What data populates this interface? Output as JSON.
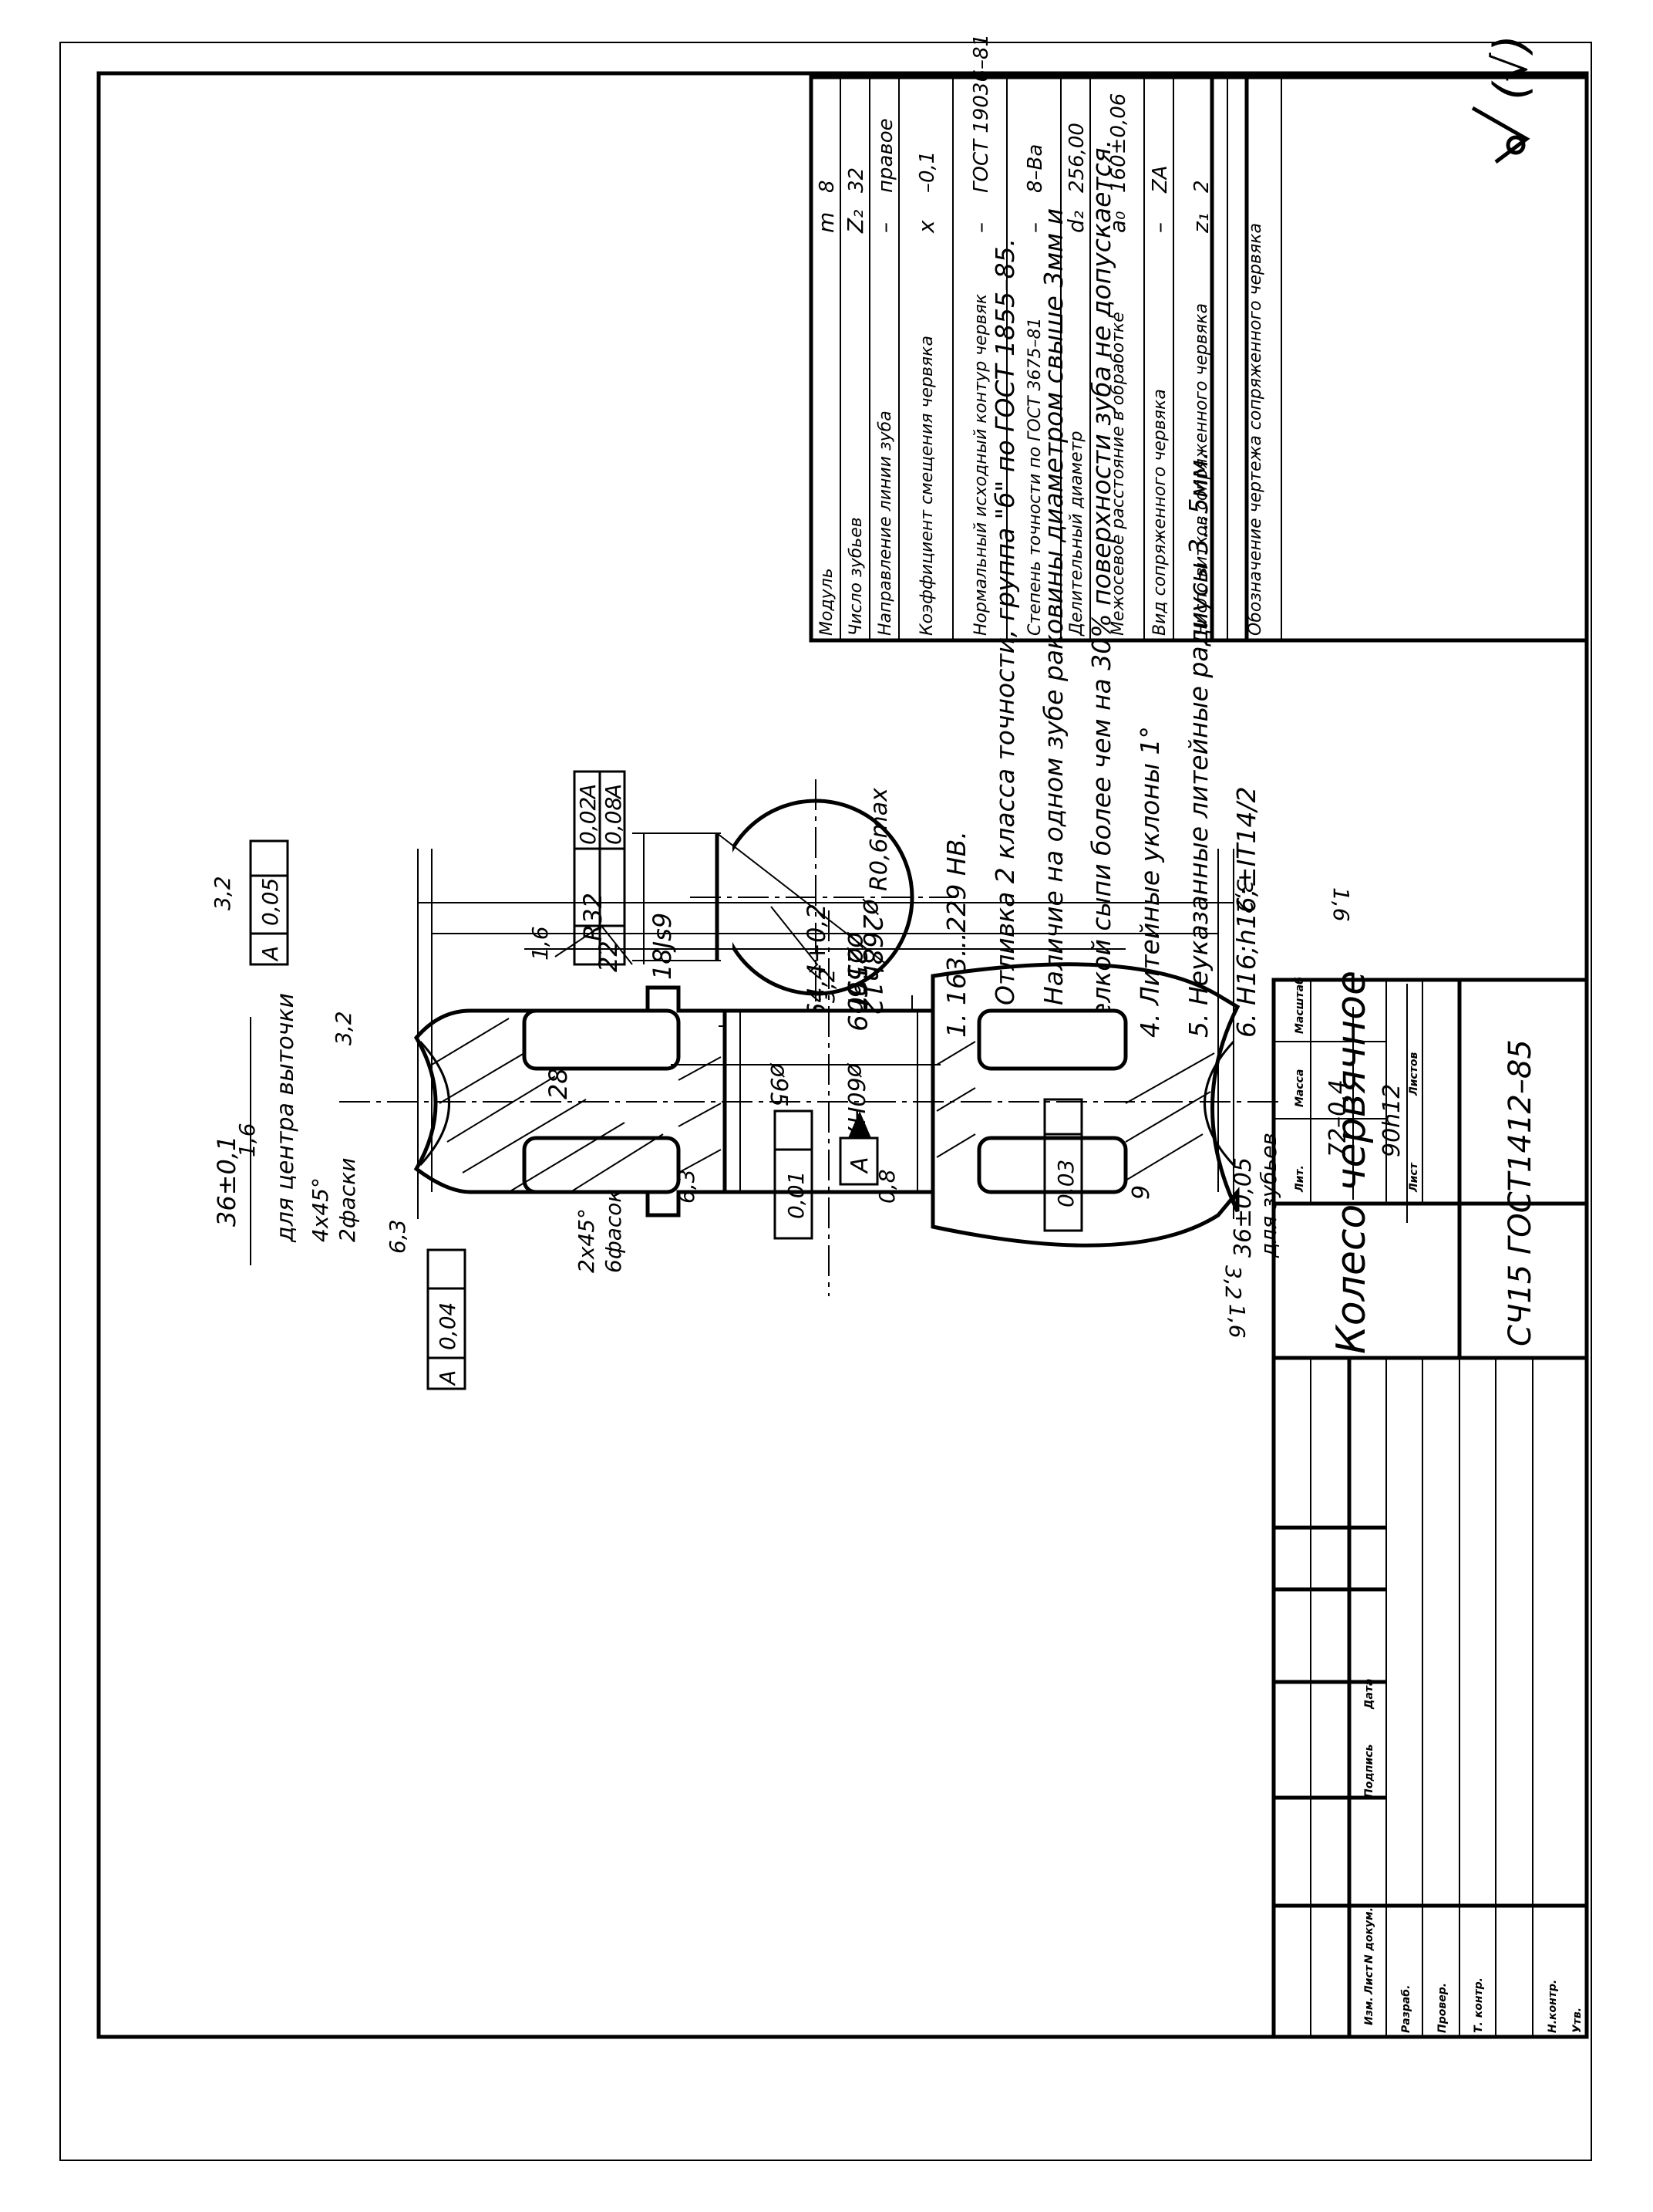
{
  "drawing": {
    "title": "Колесо червячное",
    "material": "СЧ15 ГОСТ1412–85",
    "roughness_symbol": "(√)"
  },
  "params_table": [
    {
      "name": "Модуль",
      "symbol": "m",
      "value": "8"
    },
    {
      "name": "Число зубьев",
      "symbol": "Z₂",
      "value": "32"
    },
    {
      "name": "Направление линии зуба",
      "symbol": "–",
      "value": "правое"
    },
    {
      "name": "Коэффициент смещения червяка",
      "symbol": "x",
      "value": "–0,1"
    },
    {
      "name": "Нормальный исходный контур червяк",
      "symbol": "–",
      "value": "ГОСТ 19036–81"
    },
    {
      "name": "Степень точности по ГОСТ 3675–81",
      "symbol": "–",
      "value": "8–Ва"
    },
    {
      "name": "Делительный диаметр",
      "symbol": "d₂",
      "value": "256,00"
    },
    {
      "name": "Межосевое расстояние в обработке",
      "symbol": "a₀",
      "value": "160±0,06"
    },
    {
      "name": "Вид сопряженного червяка",
      "symbol": "–",
      "value": "ZA"
    },
    {
      "name": "Число витков сопряженного червяка",
      "symbol": "z₁",
      "value": "2"
    },
    {
      "name": "Обозначение чертежа сопряженного червяка",
      "symbol": "",
      "value": ""
    }
  ],
  "notes": [
    "1. 163...229 HB.",
    "2. Отливка 2 класса точности, группа \"б\" по ГОСТ 1855–85.",
    "3. Наличие на одном зубе раковины диаметром свыше 3мм и",
    "мелкой сыпи более чем на 30% поверхности зуба не допускается.",
    "4. Литейные уклоны 1°",
    "5. Неуказанные литейные радиусы 3...5мм.",
    "6. H16;h16;±IT14/2"
  ],
  "title_block": {
    "stamp_labels": [
      "Изм.",
      "Лист",
      "N докум.",
      "Подпись",
      "Дата",
      "Разраб.",
      "Провер.",
      "Т. контр.",
      "Н.контр.",
      "Утв."
    ],
    "lit": "Лит.",
    "mass": "Масса",
    "scale": "Масштаб",
    "sheet": "Лист",
    "sheets": "Листов"
  },
  "dims": {
    "d268": "ø268h12",
    "d256": "ø256h9",
    "d190": "ø190",
    "d95": "ø95",
    "d60": "ø60H7",
    "d36_top": "36±0,1",
    "d36_top_note": "для центра выточки",
    "chamfer_4": "4x45°",
    "chamfer_4_note": "2фаски",
    "chamfer_2": "2x45°",
    "chamfer_2_note": "6фасок",
    "tol_radial_top": "0,04",
    "tol_radial_left": "0,05",
    "tol_cyl": "0,01",
    "tol_perp": "0,03",
    "datum": "A",
    "r32": "R32",
    "dim28": "28",
    "dim22": "22",
    "dim9": "9",
    "d36_bot": "36±0,05",
    "d36_bot_note": "для зубьев",
    "dim72": "72–0,4",
    "dim90": "90h12",
    "r16a": "1,6",
    "r16b": "1,6",
    "r16c": "1,6",
    "r16d": "1,6",
    "r32a": "3,2",
    "r32b": "3,2",
    "r32c": "3,2",
    "r32d": "3,2",
    "r32e": "3,2",
    "r63a": "6,3",
    "r63b": "6,3",
    "r08": "0,8",
    "key_width": "18Js9",
    "key_depth": "64,4+0,2",
    "key_r": "R0,6max",
    "key_tol1": "0,02",
    "key_tol2": "0,08"
  }
}
